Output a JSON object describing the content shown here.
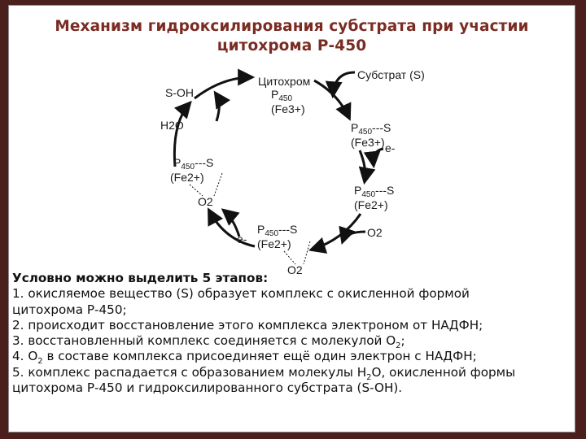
{
  "title": {
    "line1": "Механизм гидроксилирования субстрата при участии",
    "line2": "цитохрома Р-450"
  },
  "diagram": {
    "cytochrome": "Цитохром",
    "P": "P",
    "P450_sub": "450",
    "fe3": "(Fe3+)",
    "fe2": "(Fe2+)",
    "dashS": "---S",
    "substrate": "Субстрат (S)",
    "product": "S-OH",
    "water": "H2O",
    "oxygen": "O2",
    "electron": "e-"
  },
  "steps": {
    "heading": "Условно можно выделить 5 этапов:",
    "s1a": "1. окисляемое вещество (S) образует комплекс с окисленной формой",
    "s1b": "цитохрома Р-450;",
    "s2": "2. происходит восстановление  этого комплекса электроном от НАДФН;",
    "s3_pre": "3. восстановленный комплекс соединяется с молекулой О",
    "s3_sub": "2",
    "s3_post": ";",
    "s4_pre": "4. О",
    "s4_sub": "2",
    "s4_post": "  в составе комплекса присоединяет ещё один электрон с НАДФН;",
    "s5a_pre": "5. комплекс распадается с образованием молекулы Н",
    "s5a_sub": "2",
    "s5a_post": "О, окисленной формы",
    "s5b": "цитохрома Р-450 и гидроксилированного субстрата (S-OH)."
  }
}
